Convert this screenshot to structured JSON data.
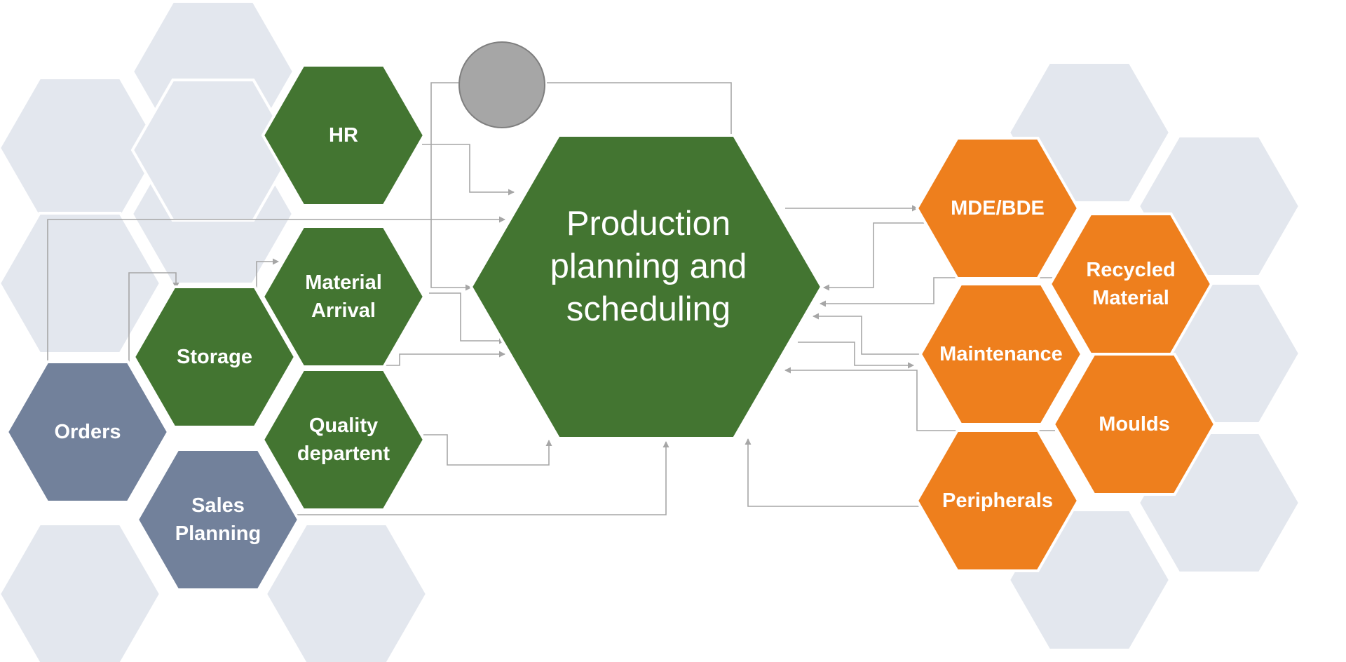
{
  "colors": {
    "green": "#437531",
    "orange": "#ee7f1d",
    "slate": "#72819b",
    "background_hex": "#e3e7ee",
    "circle": "#a6a6a6",
    "circle_border": "#7f7f7f",
    "connector": "#a6a6a6",
    "text": "#ffffff"
  },
  "center": {
    "lines": [
      "Production",
      "planning and",
      "scheduling"
    ]
  },
  "inputs": [
    {
      "id": "hr",
      "lines": [
        "HR"
      ]
    },
    {
      "id": "material-arrival",
      "lines": [
        "Material",
        "Arrival"
      ]
    },
    {
      "id": "storage",
      "lines": [
        "Storage"
      ]
    },
    {
      "id": "quality-department",
      "lines": [
        "Quality",
        "departent"
      ]
    },
    {
      "id": "orders",
      "lines": [
        "Orders"
      ]
    },
    {
      "id": "sales-planning",
      "lines": [
        "Sales",
        "Planning"
      ]
    }
  ],
  "outputs": [
    {
      "id": "mde-bde",
      "lines": [
        "MDE/BDE"
      ]
    },
    {
      "id": "recycled-material",
      "lines": [
        "Recycled",
        "Material"
      ]
    },
    {
      "id": "maintenance",
      "lines": [
        "Maintenance"
      ]
    },
    {
      "id": "moulds",
      "lines": [
        "Moulds"
      ]
    },
    {
      "id": "peripherals",
      "lines": [
        "Peripherals"
      ]
    }
  ],
  "connector_node": {
    "id": "feedback-circle"
  }
}
